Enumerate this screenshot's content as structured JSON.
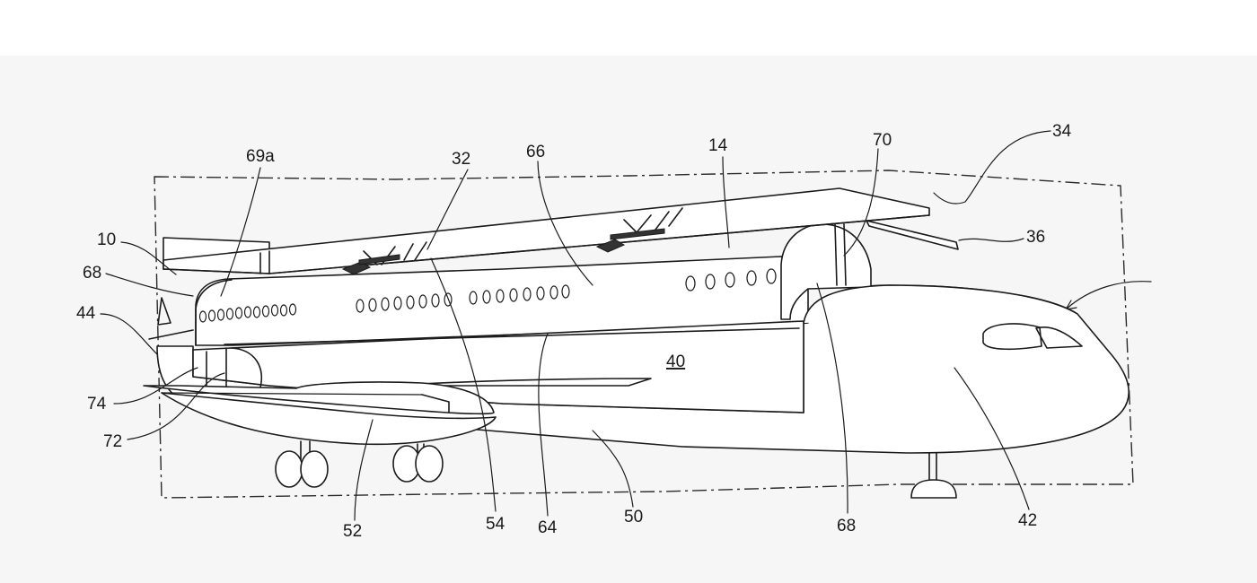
{
  "figure": {
    "reference_numerals": {
      "n10": "10",
      "n14": "14",
      "n32": "32",
      "n34": "34",
      "n36": "36",
      "n40": "40",
      "n42": "42",
      "n44": "44",
      "n50": "50",
      "n52": "52",
      "n54": "54",
      "n64": "64",
      "n66": "66",
      "n68a": "68",
      "n68b": "68",
      "n69a": "69a",
      "n70": "70",
      "n72": "72",
      "n74": "74"
    }
  }
}
